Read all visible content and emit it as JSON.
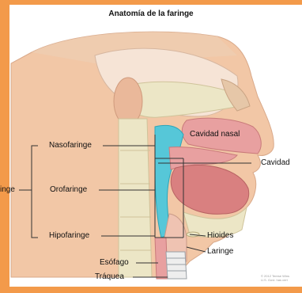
{
  "title": "Anatomía de la faringe",
  "labels": {
    "faringe_cut": "inge",
    "nasofaringe": "Nasofaringe",
    "orofaringe": "Orofaringe",
    "hipofaringe": "Hipofaringe",
    "cavidad_nasal": "Cavidad nasal",
    "cavidad_oral_cut": "Cavidad",
    "hioides": "Hioides",
    "laringe": "Laringe",
    "esofago": "Esófago",
    "traquea": "Tráquea"
  },
  "credit": [
    "© 2012 Terese Wins",
    "U.S. Govt. has cert"
  ],
  "colors": {
    "frame": "#f39a4a",
    "skin": "#f2c7a6",
    "bone": "#ece6c6",
    "tissue": "#e8a0a0",
    "tongue": "#d98080",
    "airway": "#56c7d8"
  }
}
